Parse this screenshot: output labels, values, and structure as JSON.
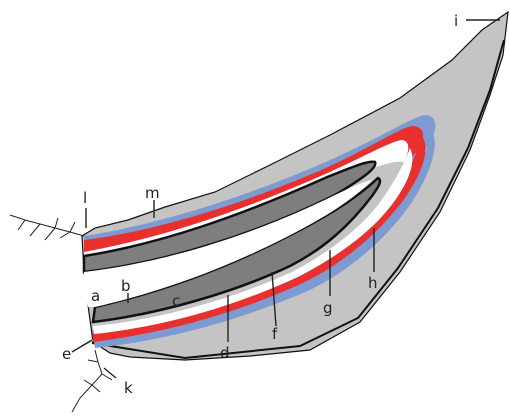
{
  "labels": {
    "a": "a",
    "b": "b",
    "c": "c",
    "d": "d",
    "e": "e",
    "f": "f",
    "g": "g",
    "h": "h",
    "i": "i",
    "k": "k",
    "l": "l",
    "m": "m"
  },
  "colors": {
    "outer_layer": "#c4c4c4",
    "blue_layer": "#7d9bd0",
    "red_layer": "#e8312f",
    "white_layer": "#ffffff",
    "core": "#7e7e7e",
    "outline": "#111111"
  }
}
